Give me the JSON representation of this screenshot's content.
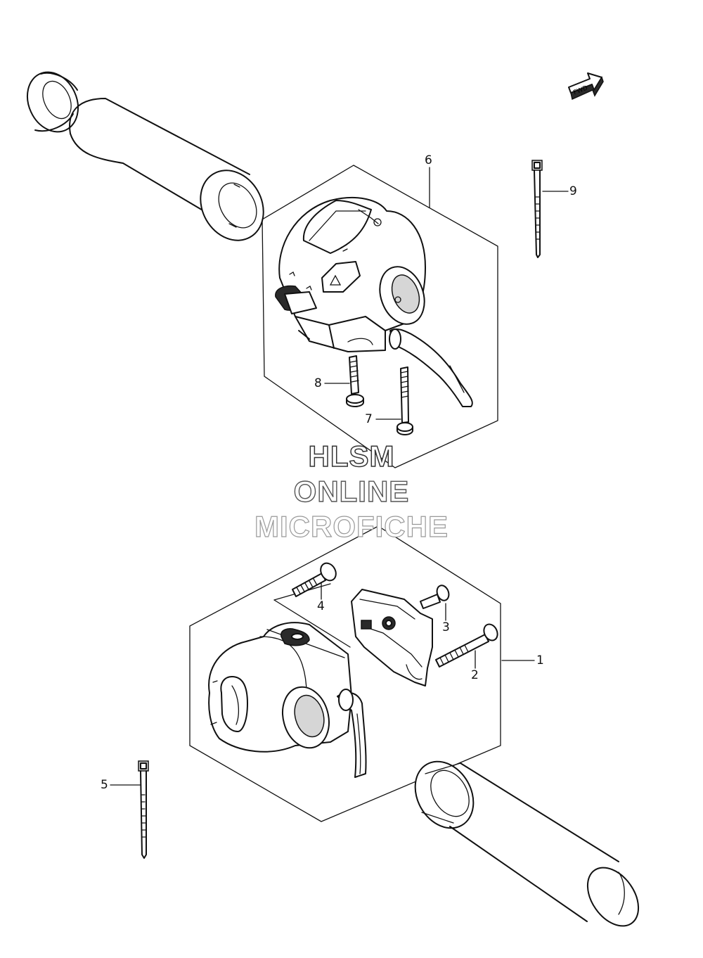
{
  "fwd_label": "FWD",
  "watermark": {
    "line1": "HLSM",
    "line2": "ONLINE",
    "line3": "MICROFICHE"
  },
  "callouts": [
    {
      "id": "1",
      "text": "1"
    },
    {
      "id": "2",
      "text": "2"
    },
    {
      "id": "3",
      "text": "3"
    },
    {
      "id": "4",
      "text": "4"
    },
    {
      "id": "5",
      "text": "5"
    },
    {
      "id": "6",
      "text": "6"
    },
    {
      "id": "7",
      "text": "7"
    },
    {
      "id": "8",
      "text": "8"
    },
    {
      "id": "9",
      "text": "9"
    }
  ]
}
